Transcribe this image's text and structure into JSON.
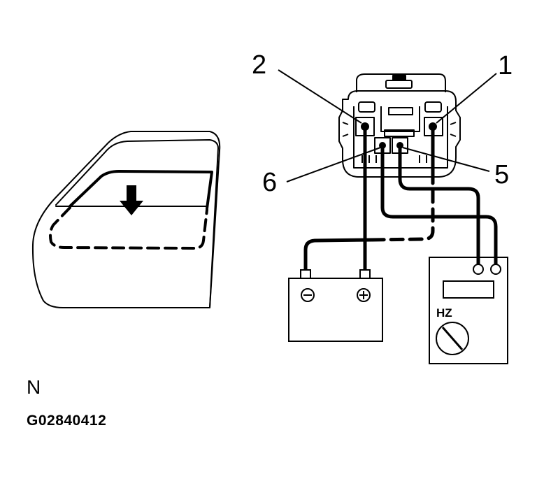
{
  "pins": {
    "p1": "1",
    "p2": "2",
    "p5": "5",
    "p6": "6"
  },
  "meter": {
    "label": "HZ",
    "icon": "rotary-dial-icon"
  },
  "battery": {
    "negative_icon": "minus-circle-icon",
    "positive_icon": "plus-circle-icon"
  },
  "door": {
    "icon": "down-arrow-icon"
  },
  "captions": {
    "view_letter": "N",
    "figure_id": "G02840412"
  }
}
